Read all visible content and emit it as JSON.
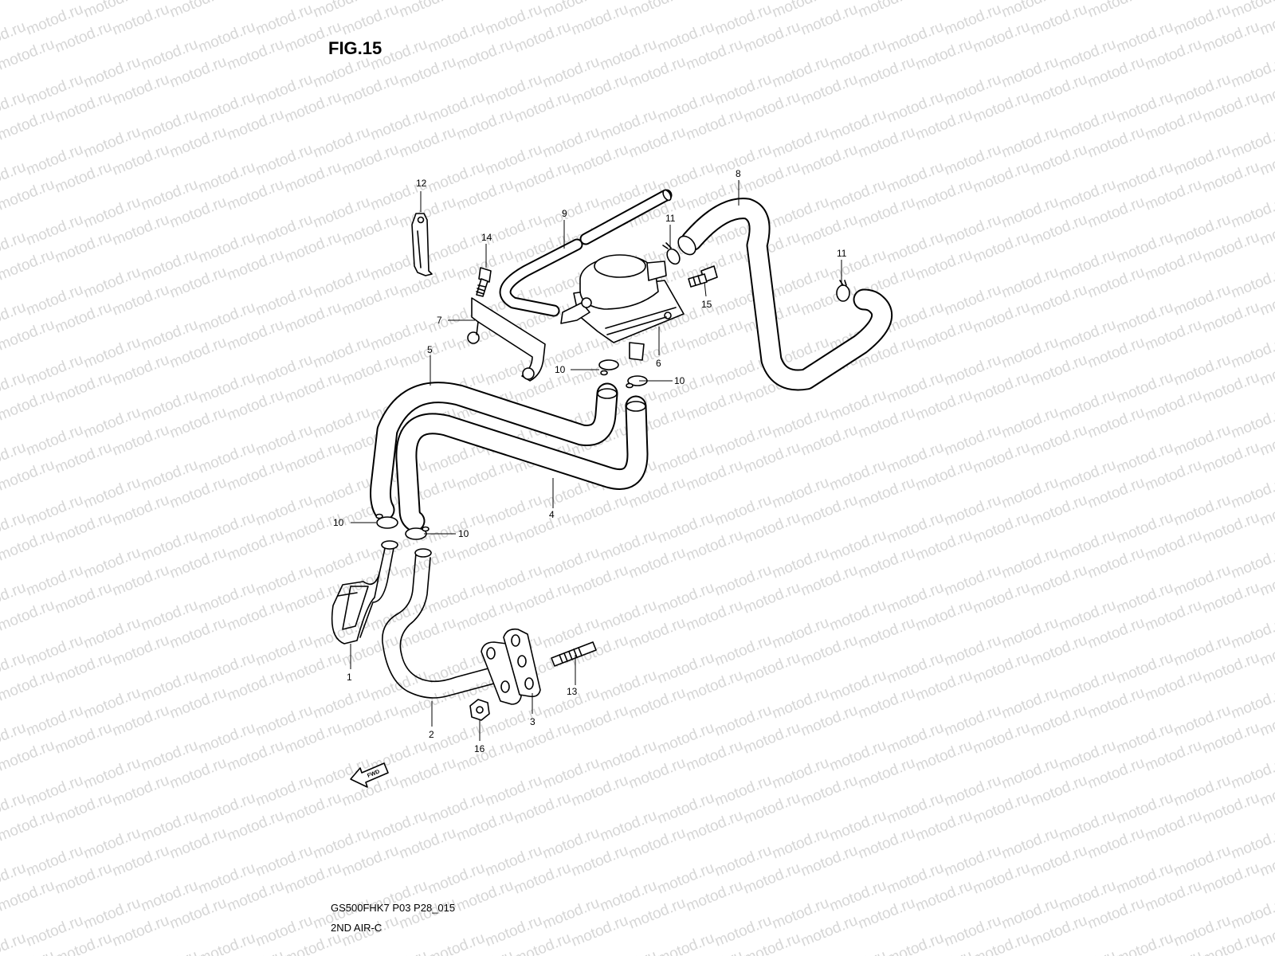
{
  "figure_title": "FIG.15",
  "watermark": "motod.ru",
  "footer": {
    "code": "GS500FHK7 P03 P28_015",
    "name": "2ND AIR-C"
  },
  "fwd_label": "FWD",
  "callouts": {
    "c1": "1",
    "c2": "2",
    "c3": "3",
    "c4": "4",
    "c5": "5",
    "c6": "6",
    "c7": "7",
    "c8": "8",
    "c9": "9",
    "c10a": "10",
    "c10b": "10",
    "c10c": "10",
    "c10d": "10",
    "c11a": "11",
    "c11b": "11",
    "c12": "12",
    "c13": "13",
    "c14": "14",
    "c15": "15",
    "c16": "16"
  },
  "colors": {
    "line": "#000000",
    "watermark": "#d6d6d6",
    "background": "#ffffff"
  }
}
